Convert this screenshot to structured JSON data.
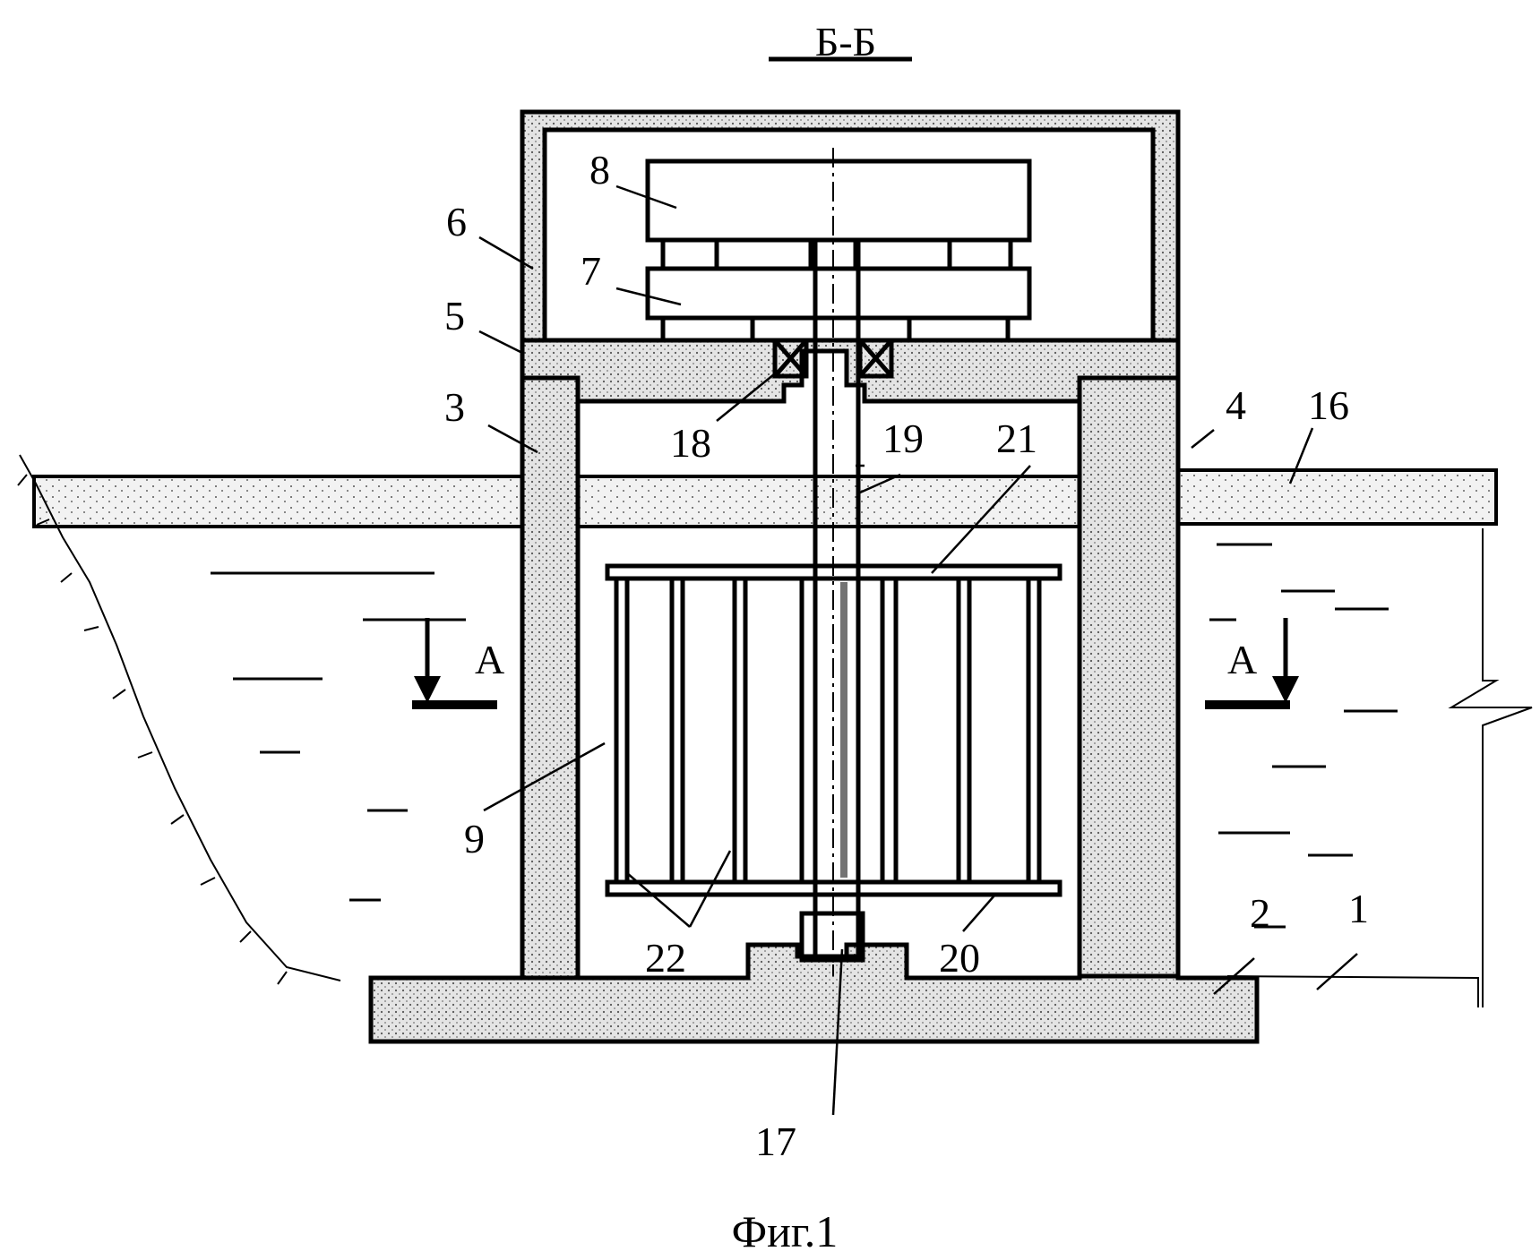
{
  "section_label": "Б-Б",
  "figure_caption": "Фиг.1",
  "section_arrows": {
    "left": "А",
    "right": "А"
  },
  "part_labels": {
    "p1": "1",
    "p2": "2",
    "p3": "3",
    "p4": "4",
    "p5": "5",
    "p6": "6",
    "p7": "7",
    "p8": "8",
    "p9": "9",
    "p16": "16",
    "p17": "17",
    "p18": "18",
    "p19": "19",
    "p20": "20",
    "p21": "21",
    "p22": "22"
  },
  "colors": {
    "ink": "#000000",
    "concrete": "#dcdcdc",
    "background": "#ffffff"
  }
}
